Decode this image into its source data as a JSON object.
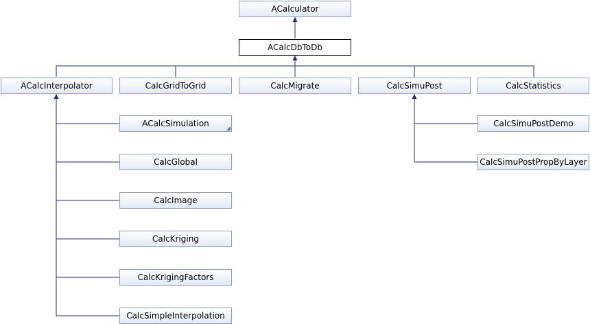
{
  "diagram": {
    "nodes": {
      "acalculator": {
        "label": "ACalculator"
      },
      "acalcdbtodb": {
        "label": "ACalcDbToDb"
      },
      "acalcinterpolator": {
        "label": "ACalcInterpolator"
      },
      "calcgridtogrid": {
        "label": "CalcGridToGrid"
      },
      "calcmigrate": {
        "label": "CalcMigrate"
      },
      "calcsimupost": {
        "label": "CalcSimuPost"
      },
      "calcstatistics": {
        "label": "CalcStatistics"
      },
      "acalcsimulation": {
        "label": "ACalcSimulation"
      },
      "calcglobal": {
        "label": "CalcGlobal"
      },
      "calcimage": {
        "label": "CalcImage"
      },
      "calckriging": {
        "label": "CalcKriging"
      },
      "calckrigingfactors": {
        "label": "CalcKrigingFactors"
      },
      "calcsimpleinterpolation": {
        "label": "CalcSimpleInterpolation"
      },
      "calcsimupostdemo": {
        "label": "CalcSimuPostDemo"
      },
      "calcsimupostpropbylayer": {
        "label": "CalcSimuPostPropByLayer"
      }
    },
    "colors": {
      "edge": "#1f2d7a",
      "node_border": "#8b9cc7"
    }
  }
}
